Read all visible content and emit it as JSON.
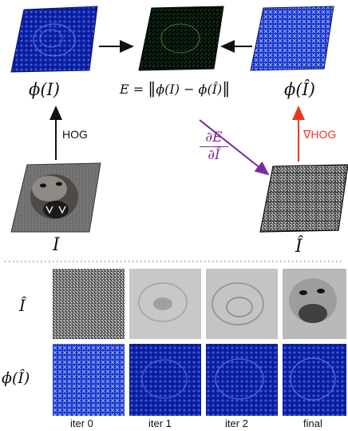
{
  "top": {
    "phi_I": "ϕ(I)",
    "phi_Ihat": "ϕ(Î)",
    "energy_lhs": "E =",
    "energy_norm_inner": "ϕ(I) − ϕ(Î)",
    "hog_label": "HOG",
    "grad_hog_label": "∇HOG",
    "deriv_num": "∂E",
    "deriv_den": "∂Î",
    "I_label": "I",
    "Ihat_label": "Î"
  },
  "bottom": {
    "row1_label": "Î",
    "row2_label": "ϕ(Î)",
    "columns": [
      "iter 0",
      "iter 1",
      "iter 2",
      "final"
    ]
  },
  "colors": {
    "hog_blue": "#0a1d9e",
    "arrow_purple": "#7a2aa0",
    "arrow_red": "#e8391c",
    "divider": "#8aa36a"
  }
}
